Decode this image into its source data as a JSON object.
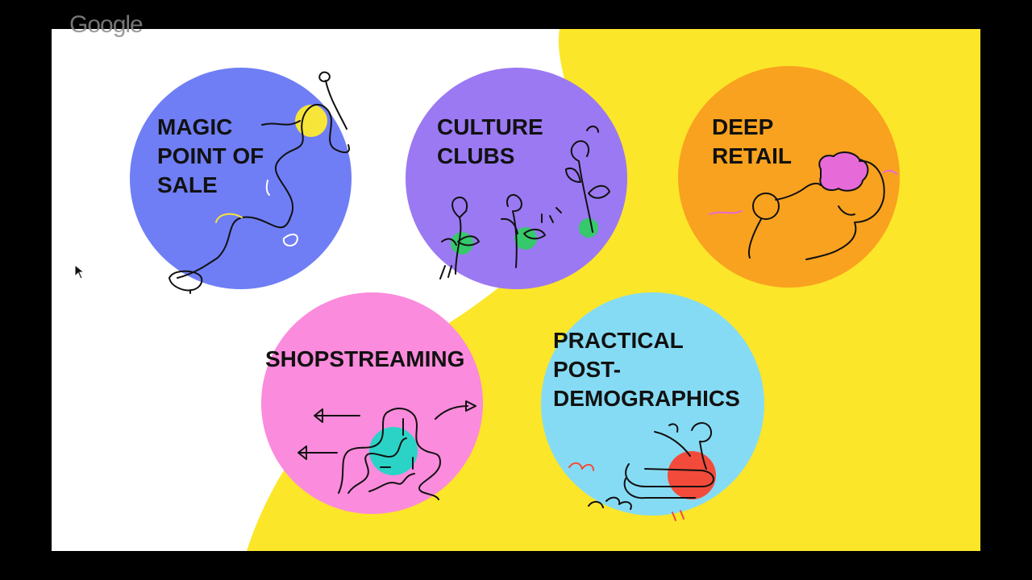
{
  "watermark": {
    "text": "Google"
  },
  "colors": {
    "frame": "#000000",
    "slide_bg": "#ffffff",
    "yellow_band": "#fce629",
    "magic_circle": "#6f7ef5",
    "culture_circle": "#9b79f2",
    "deep_circle": "#f9a21f",
    "shop_circle": "#fb8bdc",
    "practical_circle": "#86dbf4"
  },
  "topics": [
    {
      "id": "magic",
      "label": "MAGIC\nPOINT OF\nSALE",
      "color": "#6f7ef5",
      "icon": "genie-lamp-icon"
    },
    {
      "id": "culture",
      "label": "CULTURE\nCLUBS",
      "color": "#9b79f2",
      "icon": "plants-faces-icon"
    },
    {
      "id": "deep",
      "label": "DEEP\nRETAIL",
      "color": "#f9a21f",
      "icon": "magnifier-brain-icon"
    },
    {
      "id": "shop",
      "label": "SHOPSTREAMING",
      "color": "#fb8bdc",
      "icon": "maze-arrows-icon"
    },
    {
      "id": "practical",
      "label": "PRACTICAL\nPOST-\nDEMOGRAPHICS",
      "color": "#86dbf4",
      "icon": "reclining-figures-icon"
    }
  ]
}
